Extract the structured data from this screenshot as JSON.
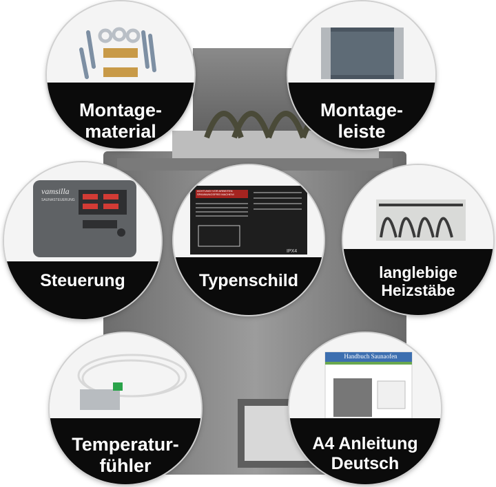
{
  "features": {
    "montagematerial": {
      "line1": "Montage-",
      "line2": "material"
    },
    "montageleiste": {
      "line1": "Montage-",
      "line2": "leiste"
    },
    "steuerung": {
      "line1": "Steuerung"
    },
    "typenschild": {
      "line1": "Typenschild"
    },
    "heizstaebe": {
      "line1": "langlebige",
      "line2": "Heizstäbe"
    },
    "temperaturfuehler": {
      "line1": "Temperatur-",
      "line2": "fühler"
    },
    "anleitung": {
      "line1": "A4 Anleitung",
      "line2": "Deutsch"
    }
  },
  "controller": {
    "brand": "vamsilla",
    "caption": "SAUNASTEUERUNG"
  },
  "nameplate": {
    "warning": "ACHTUNG! VOR ARBEITEN SPANNUNGSFREI MACHEN!",
    "rating": "IPX4"
  },
  "manual": {
    "title": "Handbuch Saunaofen"
  },
  "colors": {
    "band": "#0b0b0b",
    "heater_steel": "#8e8e8e",
    "label_text": "#ffffff"
  }
}
